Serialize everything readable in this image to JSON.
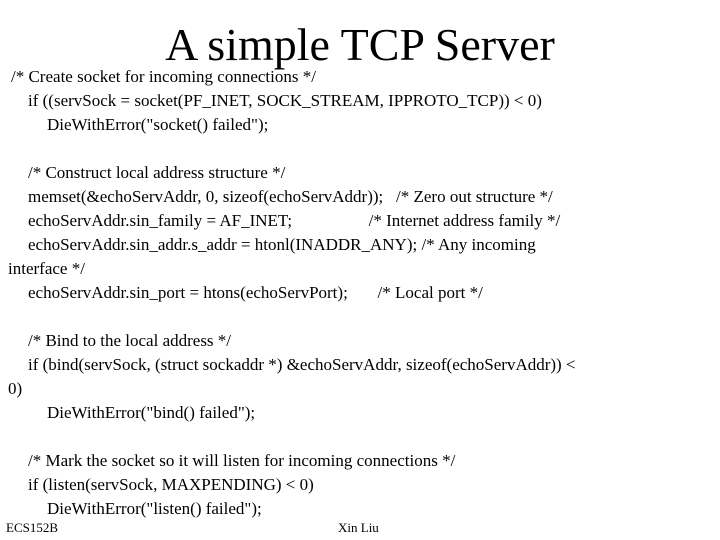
{
  "slide": {
    "title": "A simple TCP Server",
    "lines": [
      "/* Create socket for incoming connections */",
      "if ((servSock = socket(PF_INET, SOCK_STREAM, IPPROTO_TCP)) < 0)",
      "DieWithError(\"socket() failed\");",
      "/* Construct local address structure */",
      "memset(&echoServAddr, 0, sizeof(echoServAddr));   /* Zero out structure */",
      "echoServAddr.sin_family = AF_INET;                  /* Internet address family */",
      "echoServAddr.sin_addr.s_addr = htonl(INADDR_ANY); /* Any incoming",
      "interface */",
      "echoServAddr.sin_port = htons(echoServPort);       /* Local port */",
      "/* Bind to the local address */",
      "if (bind(servSock, (struct sockaddr *) &echoServAddr, sizeof(echoServAddr)) <",
      "0)",
      "DieWithError(\"bind() failed\");",
      "/* Mark the socket so it will listen for incoming connections */",
      "if (listen(servSock, MAXPENDING) < 0)",
      "DieWithError(\"listen() failed\");"
    ],
    "footer_left": "ECS152B",
    "footer_center": "Xin Liu"
  }
}
